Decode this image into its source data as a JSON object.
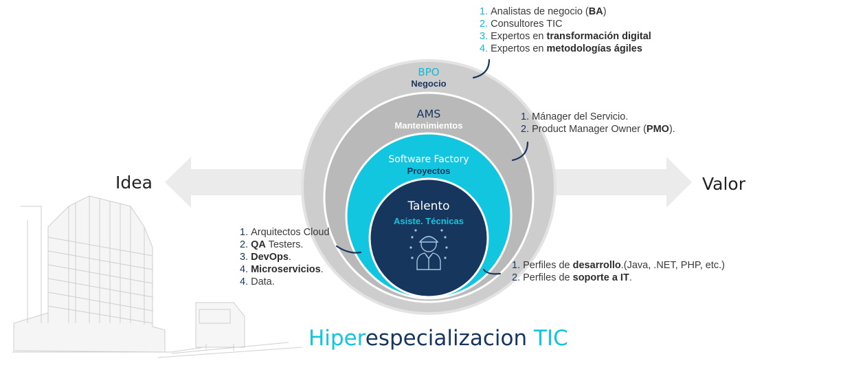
{
  "left_label": "Idea",
  "right_label": "Valor",
  "rings": {
    "bpo": {
      "title": "BPO",
      "subtitle": "Negocio"
    },
    "ams": {
      "title": "AMS",
      "subtitle": "Mantenimientos"
    },
    "factory": {
      "title": "Software Factory",
      "subtitle": "Proyectos"
    },
    "core": {
      "title": "Talento",
      "subtitle": "Asiste. Técnicas"
    }
  },
  "lists": {
    "bpo": [
      {
        "num": "1.",
        "pre": "Analistas de negocio (",
        "bold": "BA",
        "post": ")"
      },
      {
        "num": "2.",
        "pre": "Consultores TIC",
        "bold": "",
        "post": ""
      },
      {
        "num": "3.",
        "pre": "Expertos en ",
        "bold": "transformación digital",
        "post": ""
      },
      {
        "num": "4.",
        "pre": "Expertos en ",
        "bold": "metodologías ágiles",
        "post": ""
      }
    ],
    "ams": [
      {
        "num": "1.",
        "pre": "Mánager del Servicio.",
        "bold": "",
        "post": ""
      },
      {
        "num": "2.",
        "pre": "Product Manager Owner (",
        "bold": "PMO",
        "post": ")."
      }
    ],
    "factory": [
      {
        "num": "1.",
        "pre": "Arquitectos Cloud",
        "bold": "",
        "post": ""
      },
      {
        "num": "2.",
        "pre": "",
        "bold": "QA",
        "post": " Testers."
      },
      {
        "num": "3.",
        "pre": "",
        "bold": "DevOps",
        "post": "."
      },
      {
        "num": "4.",
        "pre": "",
        "bold": "Microservicios",
        "post": "."
      },
      {
        "num": "4.",
        "pre": "Data.",
        "bold": "",
        "post": ""
      }
    ],
    "talent": [
      {
        "num": "1.",
        "pre": "Perfiles de ",
        "bold": "desarrollo",
        "post": ".(Java, .NET, PHP, etc.)"
      },
      {
        "num": "2.",
        "pre": "Perfiles de ",
        "bold": "soporte a IT",
        "post": "."
      }
    ]
  },
  "brand": {
    "part1": "Hiper",
    "part2": "especializacion",
    "part3": " TIC"
  },
  "colors": {
    "cyan": "#12c6e0",
    "navy": "#17365d",
    "ring_outer": "#e3e3e3",
    "ring_mid": "#cdcdcd",
    "ring_ams": "#b9b9b9",
    "arrow": "#ebebeb"
  },
  "icons": [
    "building-sketch",
    "tram-sketch",
    "worker-icon"
  ]
}
